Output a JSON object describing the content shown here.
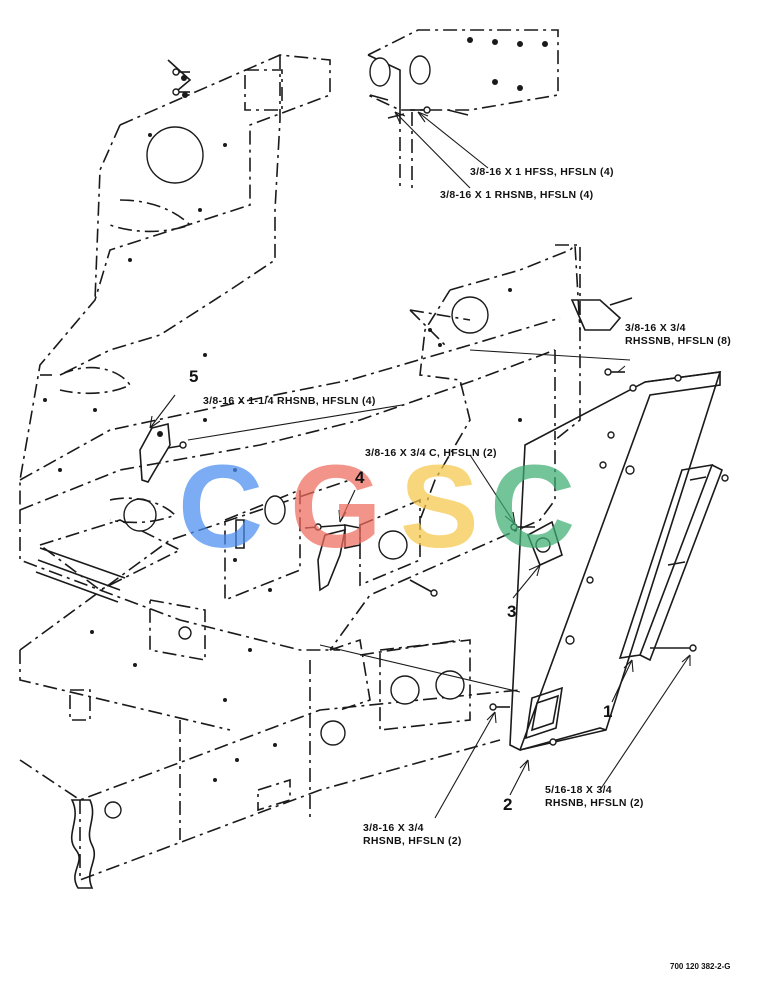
{
  "callouts": {
    "c1": "3/8-16 X 1 HFSS, HFSLN (4)",
    "c2": "3/8-16 X 1 RHSNB, HFSLN (4)",
    "c3_line1": "3/8-16 X 3/4",
    "c3_line2": "RHSSNB, HFSLN (8)",
    "c4": "3/8-16 X 1-1/4 RHSNB, HFSLN (4)",
    "c5": "3/8-16 X 3/4 C, HFSLN (2)",
    "c6_line1": "5/16-18 X 3/4",
    "c6_line2": "RHSNB, HFSLN (2)",
    "c7_line1": "3/8-16 X 3/4",
    "c7_line2": "RHSNB, HFSLN (2)"
  },
  "item_numbers": {
    "n1": "1",
    "n2": "2",
    "n3": "3",
    "n4": "4",
    "n5": "5"
  },
  "watermark": {
    "letters": [
      "C",
      "G",
      "S",
      "C"
    ],
    "colors": [
      "#4a8df0",
      "#ee6b5e",
      "#f6c84a",
      "#3fae74"
    ]
  },
  "drawing_number": "700 120 382-2-G"
}
